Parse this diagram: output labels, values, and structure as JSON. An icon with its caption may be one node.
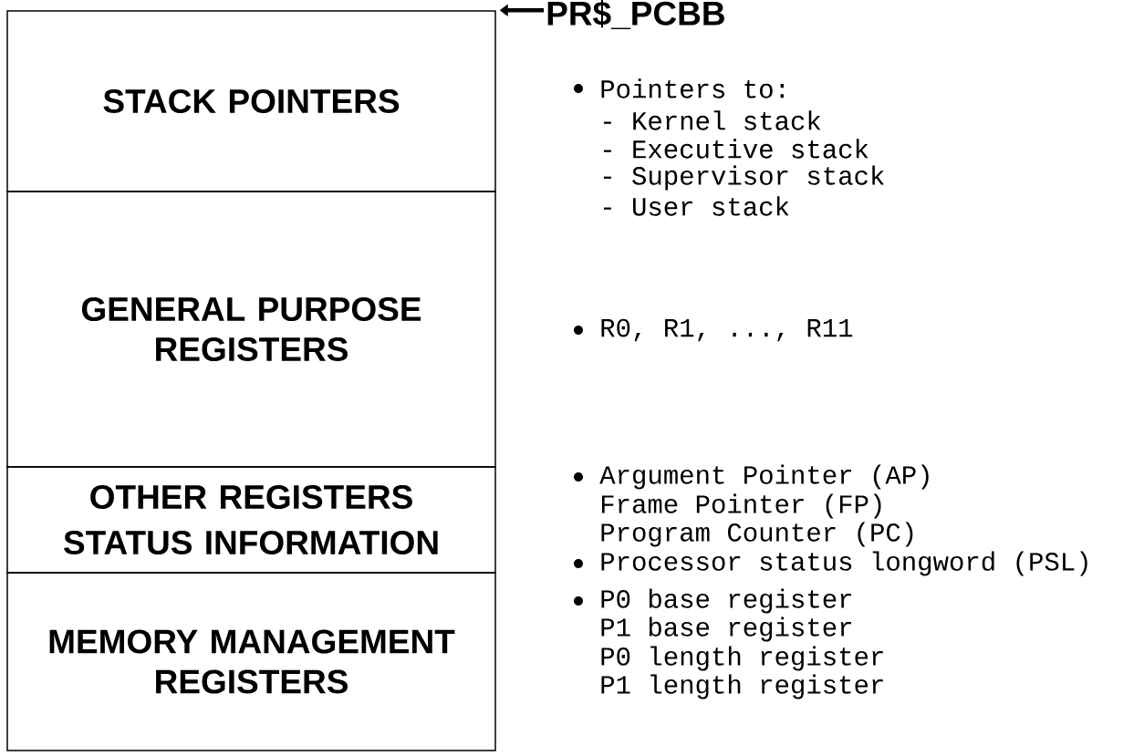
{
  "diagram": {
    "nodes": [
      {
        "text": [
          "STACK POINTERS"
        ]
      },
      {
        "text": [
          "GENERAL PURPOSE REGISTERS"
        ]
      },
      {
        "text": [
          "OTHER REGISTERS",
          "STATUS INFORMATION"
        ]
      },
      {
        "text": [
          "MEMORY MANAGEMENT REGISTERS"
        ]
      },
      {
        "text": [
          "PR$_PCBB"
        ]
      }
    ],
    "edges": [
      {
        "from": 4,
        "to": 0,
        "arrow": "to"
      }
    ],
    "labels": [
      "Pointers to:",
      "- Kernel stack",
      "- Executive stack",
      "- Supervisor stack",
      "- User stack",
      "R0, R1, ..., R11",
      "Argument Pointer (AP)",
      "Frame Pointer (FP)",
      "Program Counter (PC)",
      "Processor status longword (PSL)",
      "P0 base register",
      "P1 base register",
      "P0 length register",
      "P1 length register"
    ]
  }
}
